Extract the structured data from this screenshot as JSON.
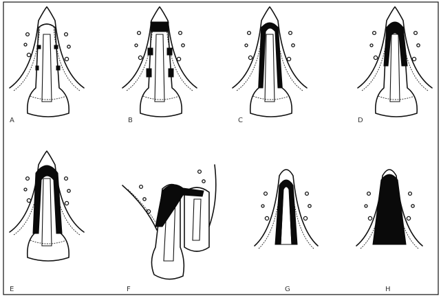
{
  "figure": {
    "panels": [
      {
        "id": "a",
        "label": "A"
      },
      {
        "id": "b",
        "label": "B"
      },
      {
        "id": "c",
        "label": "C"
      },
      {
        "id": "d",
        "label": "D"
      },
      {
        "id": "e",
        "label": "E"
      },
      {
        "id": "f",
        "label": "F"
      },
      {
        "id": "g",
        "label": "G"
      },
      {
        "id": "h",
        "label": "H"
      }
    ]
  }
}
